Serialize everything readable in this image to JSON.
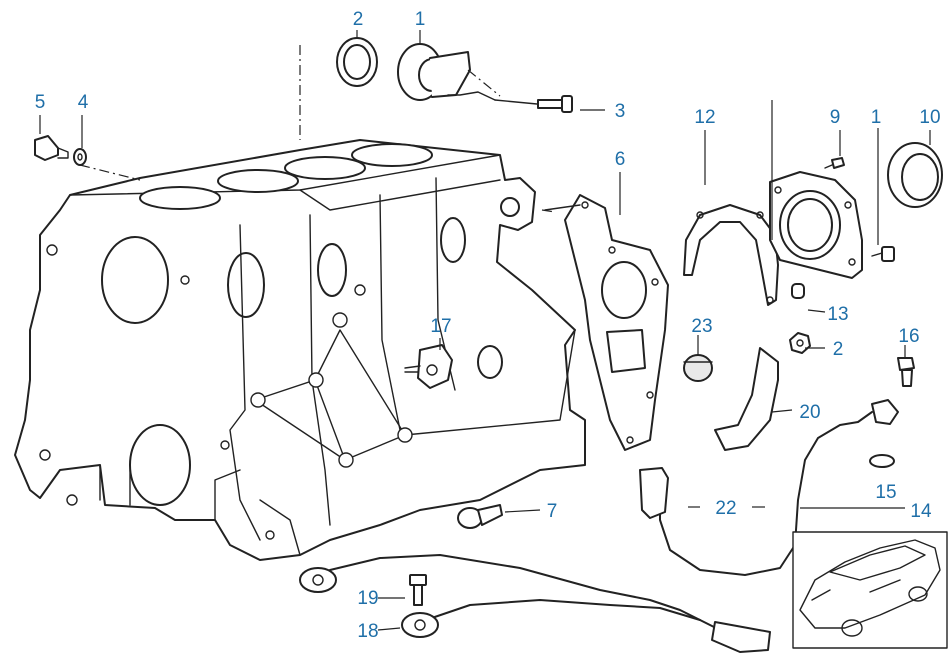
{
  "diagram": {
    "callouts": [
      {
        "id": "c1",
        "label": "1"
      },
      {
        "id": "c2",
        "label": "2"
      },
      {
        "id": "c3",
        "label": "3"
      },
      {
        "id": "c4",
        "label": "4"
      },
      {
        "id": "c5",
        "label": "5"
      },
      {
        "id": "c6",
        "label": "6"
      },
      {
        "id": "c7",
        "label": "7"
      },
      {
        "id": "c9",
        "label": "9"
      },
      {
        "id": "c10",
        "label": "10"
      },
      {
        "id": "c1b",
        "label": "1"
      },
      {
        "id": "c12",
        "label": "12"
      },
      {
        "id": "c13",
        "label": "13"
      },
      {
        "id": "c14",
        "label": "14"
      },
      {
        "id": "c15",
        "label": "15"
      },
      {
        "id": "c16",
        "label": "16"
      },
      {
        "id": "c17",
        "label": "17"
      },
      {
        "id": "c18",
        "label": "18"
      },
      {
        "id": "c19",
        "label": "19"
      },
      {
        "id": "c20",
        "label": "20"
      },
      {
        "id": "c2b",
        "label": "2"
      },
      {
        "id": "c22",
        "label": "22"
      },
      {
        "id": "c23",
        "label": "23"
      }
    ],
    "accent_color": "#1f6fa8",
    "line_color": "#222222"
  }
}
